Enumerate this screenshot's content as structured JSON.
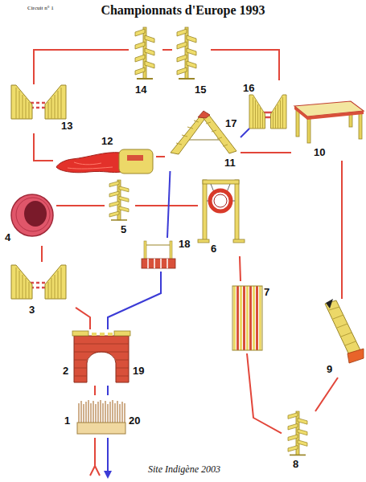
{
  "diagram": {
    "title": "Championnats d'Europe 1993",
    "nodes": [
      {
        "text": [
          "14"
        ]
      },
      {
        "text": [
          "15"
        ]
      },
      {
        "text": [
          "13"
        ]
      },
      {
        "text": [
          "16"
        ]
      },
      {
        "text": [
          "10"
        ]
      },
      {
        "text": [
          "17",
          "11"
        ]
      },
      {
        "text": [
          "12"
        ]
      },
      {
        "text": [
          "5"
        ]
      },
      {
        "text": [
          "6"
        ]
      },
      {
        "text": [
          "4"
        ]
      },
      {
        "text": [
          "18"
        ]
      },
      {
        "text": [
          "3"
        ]
      },
      {
        "text": [
          "7"
        ]
      },
      {
        "text": [
          "9"
        ]
      },
      {
        "text": [
          "2",
          "19"
        ]
      },
      {
        "text": [
          "1",
          "20"
        ]
      },
      {
        "text": [
          "8"
        ]
      }
    ],
    "edges": [
      {
        "from": 15,
        "to": 14,
        "arrow": "none"
      },
      {
        "from": 14,
        "to": 11,
        "arrow": "none"
      },
      {
        "from": 11,
        "to": 9,
        "arrow": "none"
      },
      {
        "from": 9,
        "to": 7,
        "arrow": "none"
      },
      {
        "from": 7,
        "to": 8,
        "arrow": "none"
      },
      {
        "from": 8,
        "to": 12,
        "arrow": "none"
      },
      {
        "from": 12,
        "to": 16,
        "arrow": "none"
      },
      {
        "from": 16,
        "to": 13,
        "arrow": "none"
      },
      {
        "from": 13,
        "to": 4,
        "arrow": "none"
      },
      {
        "from": 4,
        "to": 5,
        "arrow": "none"
      },
      {
        "from": 5,
        "to": 6,
        "arrow": "none"
      },
      {
        "from": 6,
        "to": 2,
        "arrow": "none"
      },
      {
        "from": 2,
        "to": 0,
        "arrow": "none"
      },
      {
        "from": 0,
        "to": 1,
        "arrow": "none"
      },
      {
        "from": 1,
        "to": 3,
        "arrow": "none"
      },
      {
        "from": 3,
        "to": 5,
        "arrow": "none"
      },
      {
        "from": 5,
        "to": 10,
        "arrow": "none"
      },
      {
        "from": 10,
        "to": 14,
        "arrow": "none"
      },
      {
        "from": 14,
        "to": 15,
        "arrow": "none"
      }
    ],
    "labels": [
      "Circuit n° 1",
      "Site Indigène 2003"
    ]
  }
}
